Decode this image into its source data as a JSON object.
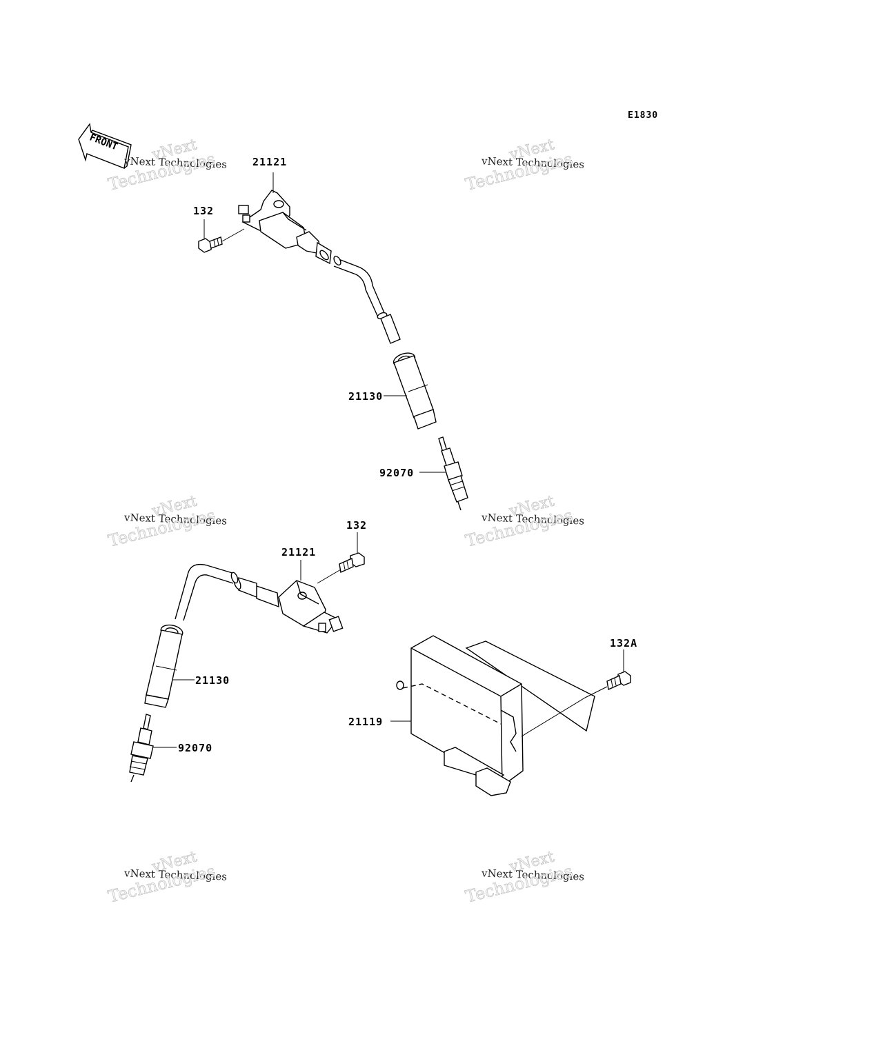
{
  "diagram_code": "E1830",
  "front_label": "FRONT",
  "watermark": {
    "line1": "vNext",
    "line2": "vNext Technologies",
    "line3": "Technologies"
  },
  "labels": {
    "coil_upper": "21121",
    "bolt_upper": "132",
    "cap_upper": "21130",
    "plug_upper": "92070",
    "bolt_lower": "132",
    "coil_lower": "21121",
    "cap_lower": "21130",
    "plug_lower": "92070",
    "bolt_ecu": "132A",
    "ecu": "21119"
  }
}
